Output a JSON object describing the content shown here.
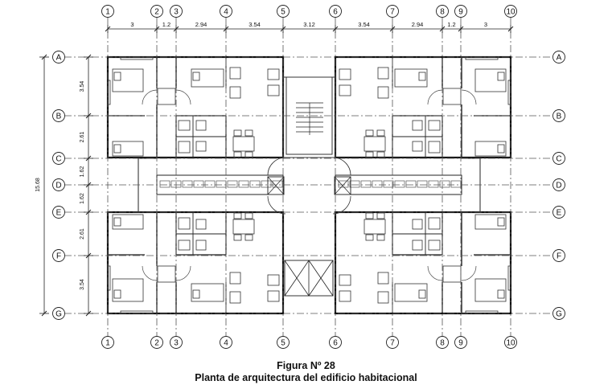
{
  "axes_columns": [
    "1",
    "2",
    "3",
    "4",
    "5",
    "6",
    "7",
    "8",
    "9",
    "10"
  ],
  "axes_rows": [
    "A",
    "B",
    "C",
    "D",
    "E",
    "F",
    "G"
  ],
  "dims_top": [
    "3",
    "1.2",
    "2.94",
    "3.54",
    "3.12",
    "3.54",
    "2.94",
    "1.2",
    "3"
  ],
  "dims_left": [
    "3.54",
    "2.61",
    "1.62",
    "1.62",
    "2.61",
    "3.54"
  ],
  "dim_total": "15.68",
  "caption": {
    "figure": "Figura Nº 28",
    "title": "Planta de arquitectura del edificio habitacional"
  }
}
